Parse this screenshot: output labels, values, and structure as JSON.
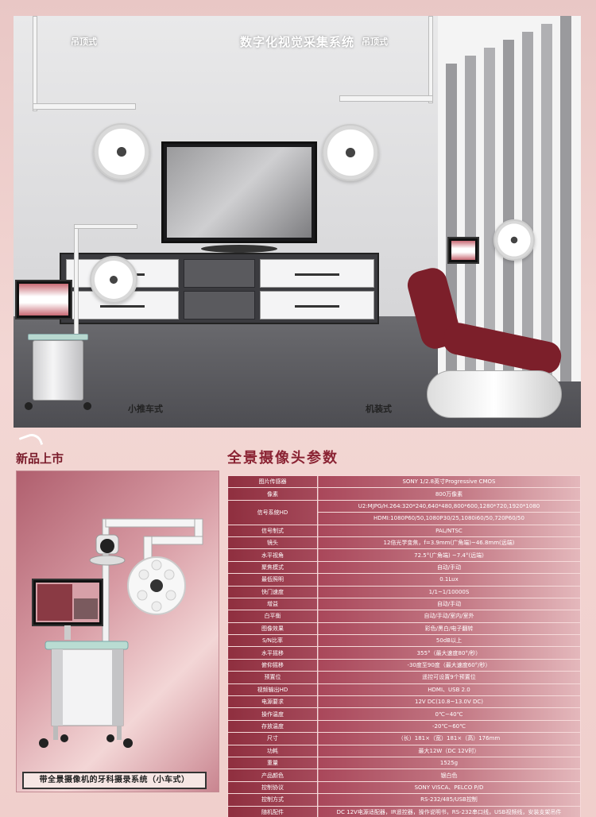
{
  "scene": {
    "title": "数字化视觉采集系统",
    "labels": {
      "ceiling_left": "吊顶式",
      "ceiling_right": "吊顶式",
      "cart": "小推车式",
      "chair": "机装式"
    }
  },
  "badge": {
    "text": "新品上市"
  },
  "product": {
    "caption": "带全景摄像机的牙科摄录系统（小车式）"
  },
  "spec": {
    "title": "全景摄像头参数",
    "rows": [
      {
        "k": "图片传感器",
        "v": [
          "SONY 1/2.8英寸Progressive CMOS"
        ]
      },
      {
        "k": "像素",
        "v": [
          "800万像素"
        ]
      },
      {
        "k": "信号系统HD",
        "v": [
          "U2:MJPG/H.264:320*240,640*480,800*600,1280*720,1920*1080",
          "HDMI:1080P60/50,1080P30/25,1080i60/50,720P60/50"
        ]
      },
      {
        "k": "信号制式",
        "v": [
          "PAL/NTSC"
        ]
      },
      {
        "k": "镜头",
        "v": [
          "12倍光学变焦，f=3.9mm(广角端)~46.8mm(远端)"
        ]
      },
      {
        "k": "水平视角",
        "v": [
          "72.5°(广角端) ~7.4°(远端)"
        ]
      },
      {
        "k": "聚焦模式",
        "v": [
          "自动/手动"
        ]
      },
      {
        "k": "最低照明",
        "v": [
          "0.1Lux"
        ]
      },
      {
        "k": "快门速度",
        "v": [
          "1/1~1/10000S"
        ]
      },
      {
        "k": "增益",
        "v": [
          "自动/手动"
        ]
      },
      {
        "k": "白平衡",
        "v": [
          "自动/手动/室内/室外"
        ]
      },
      {
        "k": "图像效果",
        "v": [
          "彩色/黑白/电子翻转"
        ]
      },
      {
        "k": "S/N比率",
        "v": [
          "50dB以上"
        ]
      },
      {
        "k": "水平摇移",
        "v": [
          "355°（最大速度80°/秒）"
        ]
      },
      {
        "k": "俯仰摇移",
        "v": [
          "-30度至90度（最大速度60°/秒）"
        ]
      },
      {
        "k": "预置位",
        "v": [
          "遥控可设置9个预置位"
        ]
      },
      {
        "k": "视频输出HD",
        "v": [
          "HDMI、USB 2.0"
        ]
      },
      {
        "k": "电源要求",
        "v": [
          "12V DC(10.8~13.0V DC)"
        ]
      },
      {
        "k": "操作温度",
        "v": [
          "0℃~40℃"
        ]
      },
      {
        "k": "存放温度",
        "v": [
          "-20℃~60℃"
        ]
      },
      {
        "k": "尺寸",
        "v": [
          "（长）181×（宽）181×（高）176mm"
        ]
      },
      {
        "k": "功耗",
        "v": [
          "最大12W（DC 12V时）"
        ]
      },
      {
        "k": "重量",
        "v": [
          "1525g"
        ]
      },
      {
        "k": "产品颜色",
        "v": [
          "银白色"
        ]
      },
      {
        "k": "控制协议",
        "v": [
          "SONY VISCA、PELCO P/D"
        ]
      },
      {
        "k": "控制方式",
        "v": [
          "RS-232/485/USB控制"
        ]
      },
      {
        "k": "随机配件",
        "v": [
          "DC 12V电源适配器，IR遥控器，操作说明书，RS-232串口线，USB视频线，安装支架吊件"
        ]
      }
    ]
  }
}
